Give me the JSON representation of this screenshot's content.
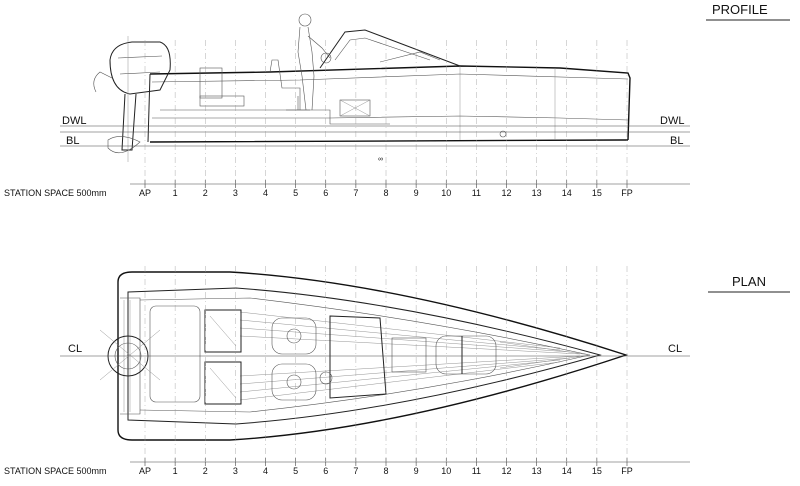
{
  "profile": {
    "title": "PROFILE",
    "dwl_left": "DWL",
    "dwl_right": "DWL",
    "bl_left": "BL",
    "bl_right": "BL"
  },
  "plan": {
    "title": "PLAN",
    "cl_left": "CL",
    "cl_right": "CL"
  },
  "station_scale": {
    "caption": "STATION SPACE 500mm",
    "labels": [
      "AP",
      "1",
      "2",
      "3",
      "4",
      "5",
      "6",
      "7",
      "8",
      "9",
      "10",
      "11",
      "12",
      "13",
      "14",
      "15",
      "FP"
    ]
  }
}
